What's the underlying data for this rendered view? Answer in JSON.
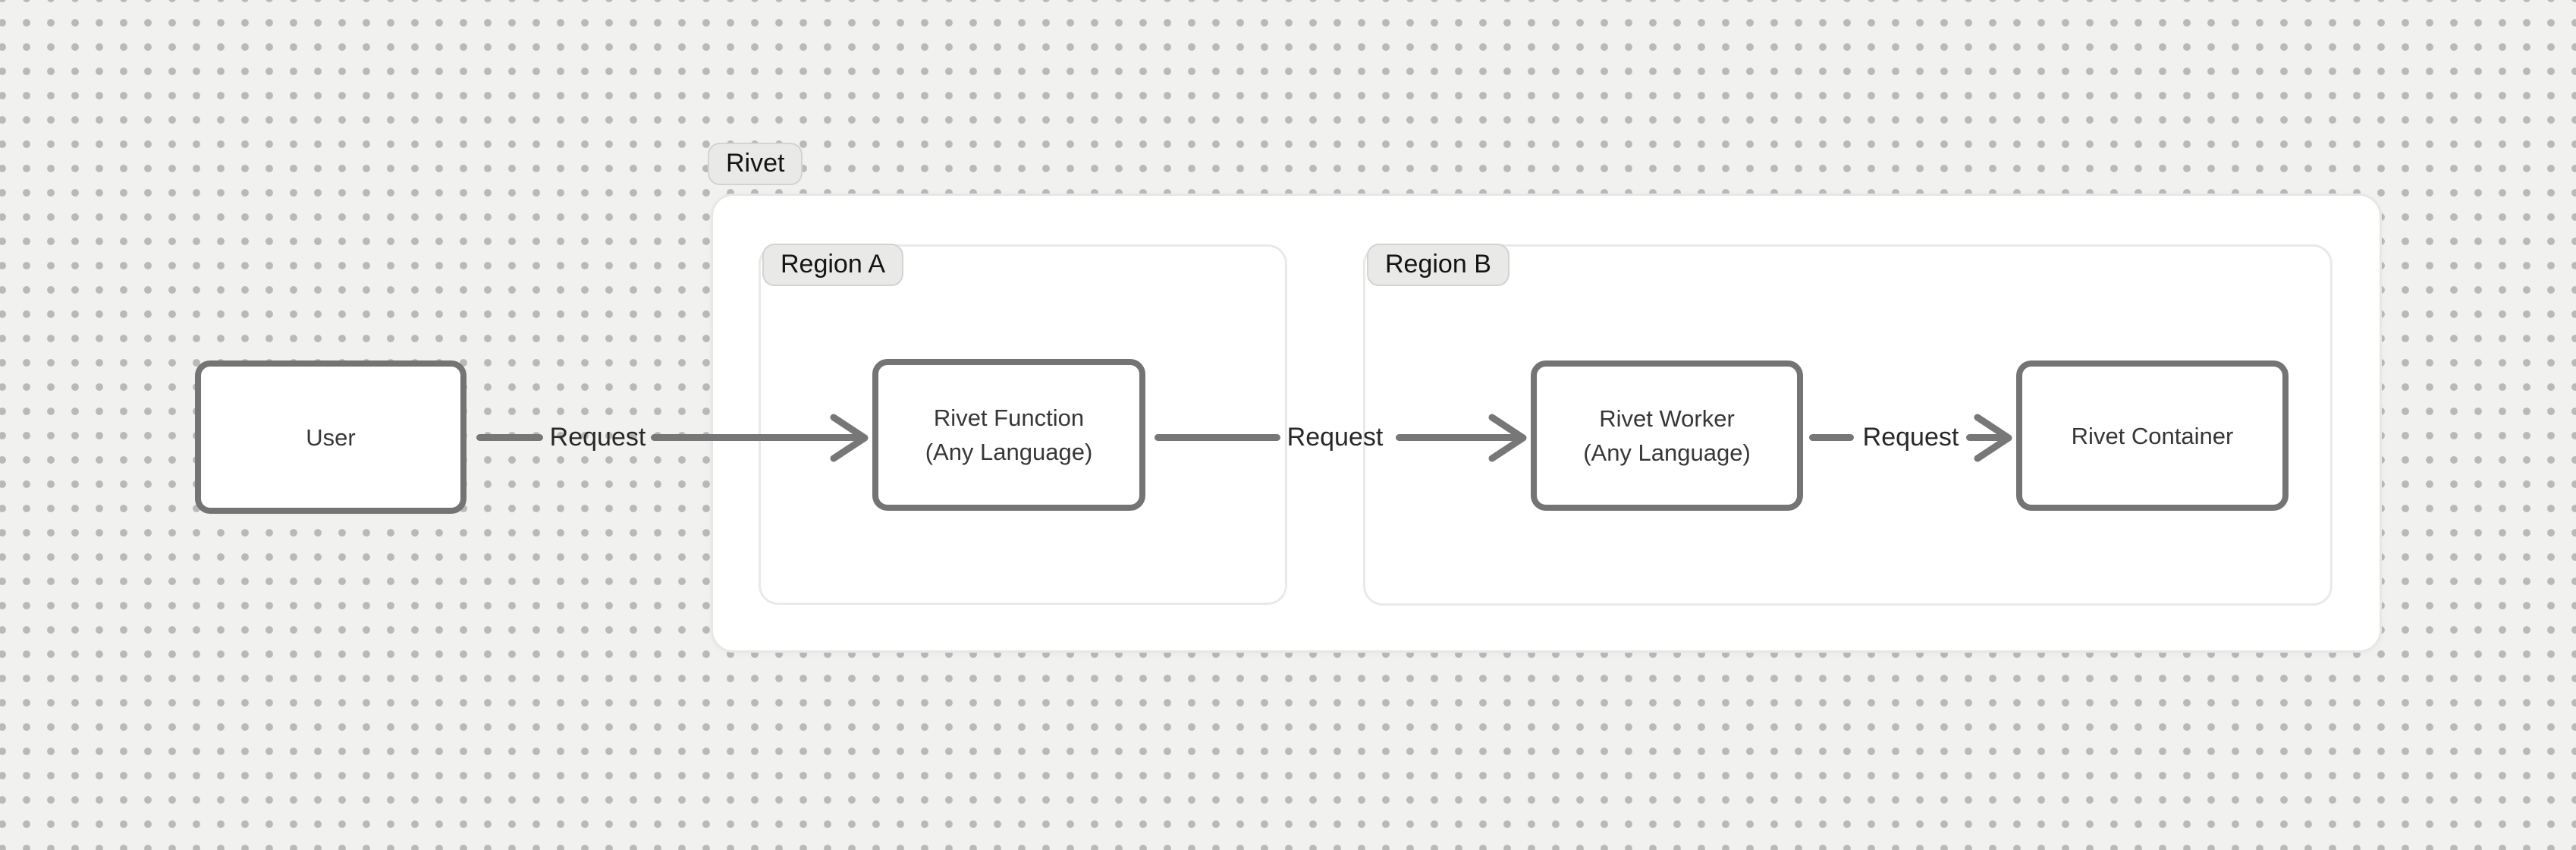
{
  "diagram": {
    "container_label": "Rivet",
    "regions": [
      {
        "id": "region-a",
        "label": "Region A"
      },
      {
        "id": "region-b",
        "label": "Region B"
      }
    ],
    "nodes": [
      {
        "id": "user",
        "label": "User"
      },
      {
        "id": "rivet-function",
        "label": "Rivet Function",
        "sublabel": "(Any Language)"
      },
      {
        "id": "rivet-worker",
        "label": "Rivet Worker",
        "sublabel": "(Any Language)"
      },
      {
        "id": "rivet-container",
        "label": "Rivet Container"
      }
    ],
    "edges": [
      {
        "from": "user",
        "to": "rivet-function",
        "label": "Request"
      },
      {
        "from": "rivet-function",
        "to": "rivet-worker",
        "label": "Request"
      },
      {
        "from": "rivet-worker",
        "to": "rivet-container",
        "label": "Request"
      }
    ],
    "colors": {
      "canvas_background": "#f1f1ef",
      "dot_grid": "#b9b9b9",
      "container_background": "#ffffff",
      "container_border": "#e7e7e5",
      "region_border": "#e9e9e8",
      "pill_background": "#e9e9e7",
      "pill_border": "#d3d3d1",
      "node_border": "#747474",
      "node_text": "#373737",
      "arrow": "#777777",
      "edge_label_text": "#282828"
    }
  }
}
